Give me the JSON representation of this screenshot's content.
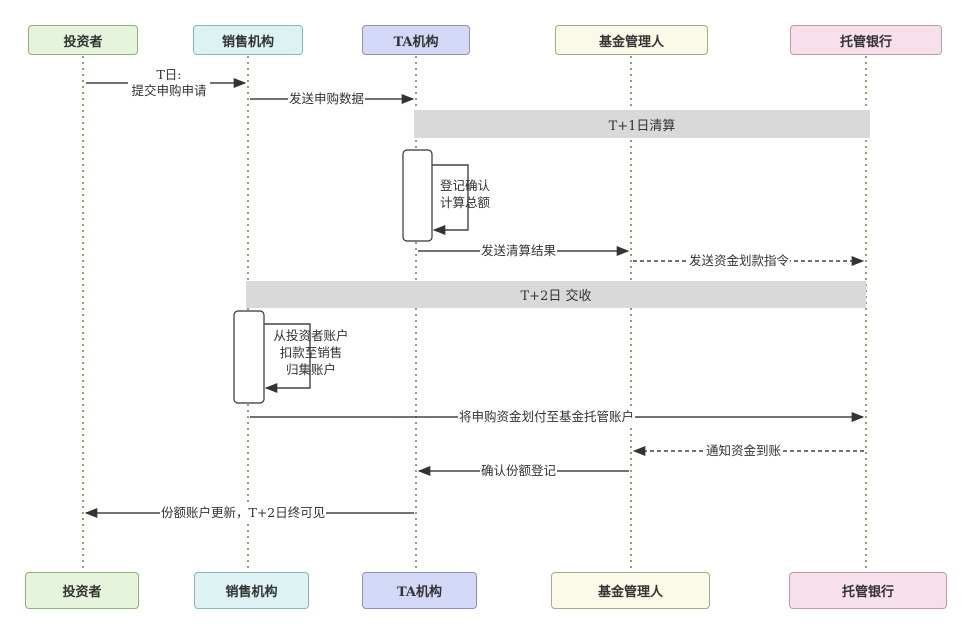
{
  "participants": [
    {
      "id": "investor",
      "label": "投资者"
    },
    {
      "id": "sales",
      "label": "销售机构"
    },
    {
      "id": "ta",
      "label": "TA机构"
    },
    {
      "id": "fund_manager",
      "label": "基金管理人"
    },
    {
      "id": "custodian",
      "label": "托管银行"
    }
  ],
  "colors": {
    "investor": "#e6f4dc",
    "sales": "#ddf3f3",
    "ta": "#d3d8f6",
    "fund_manager": "#fbfae9",
    "custodian": "#f8dfec",
    "lifeline": "#6b8f4e",
    "note_band": "#d9d9d9"
  },
  "phases": [
    {
      "label": "T+1日清算"
    },
    {
      "label": "T+2日 交收"
    }
  ],
  "messages": [
    {
      "from": "investor",
      "to": "sales",
      "label_line1": "T日:",
      "label_line2": "提交申购申请",
      "style": "solid"
    },
    {
      "from": "sales",
      "to": "ta",
      "label": "发送申购数据",
      "style": "solid"
    },
    {
      "from": "ta",
      "to": "ta",
      "label_line1": "登记确认",
      "label_line2": "计算总额",
      "style": "self"
    },
    {
      "from": "ta",
      "to": "fund_manager",
      "label": "发送清算结果",
      "style": "solid"
    },
    {
      "from": "fund_manager",
      "to": "custodian",
      "label": "发送资金划款指令",
      "style": "dashed"
    },
    {
      "from": "sales",
      "to": "sales",
      "label_line1": "从投资者账户",
      "label_line2": "扣款至销售",
      "label_line3": "归集账户",
      "style": "self"
    },
    {
      "from": "sales",
      "to": "custodian",
      "label": "将申购资金划付至基金托管账户",
      "style": "solid"
    },
    {
      "from": "custodian",
      "to": "fund_manager",
      "label": "通知资金到账",
      "style": "dashed"
    },
    {
      "from": "fund_manager",
      "to": "ta",
      "label": "确认份额登记",
      "style": "solid"
    },
    {
      "from": "ta",
      "to": "investor",
      "label": "份额账户更新，T+2日终可见",
      "style": "solid"
    }
  ]
}
